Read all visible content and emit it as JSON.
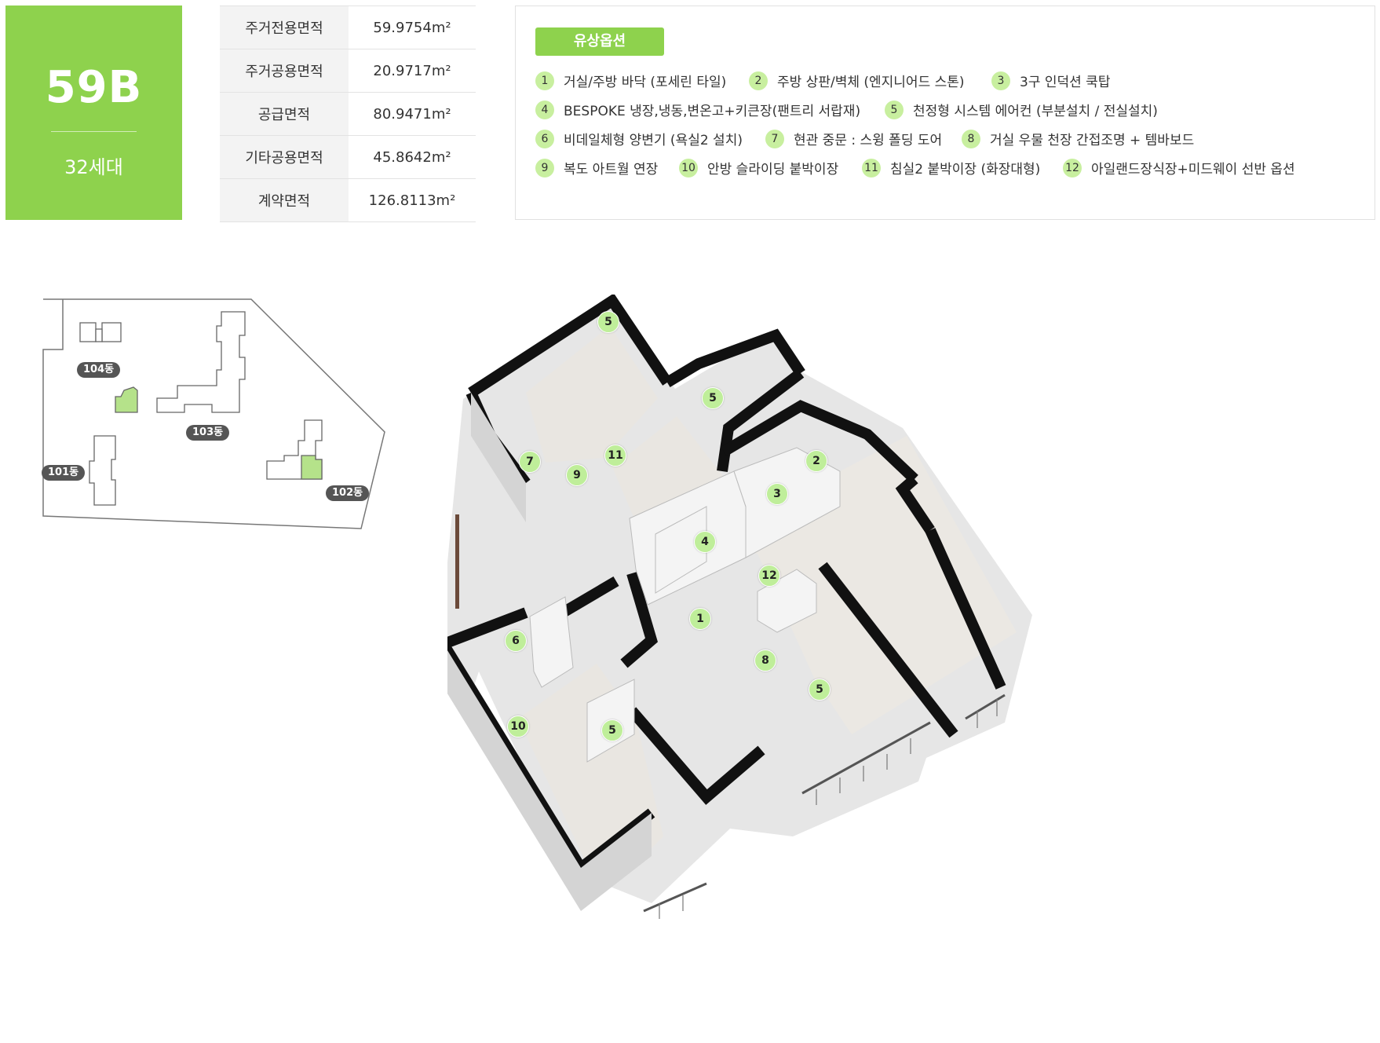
{
  "unit": {
    "type_name": "59B",
    "households": "32세대",
    "badge_color": "#8ed24d"
  },
  "areas": [
    {
      "label": "주거전용면적",
      "value": "59.9754m²"
    },
    {
      "label": "주거공용면적",
      "value": "20.9717m²"
    },
    {
      "label": "공급면적",
      "value": "80.9471m²"
    },
    {
      "label": "기타공용면적",
      "value": "45.8642m²"
    },
    {
      "label": "계약면적",
      "value": "126.8113m²"
    }
  ],
  "options": {
    "title": "유상옵션",
    "items": [
      {
        "num": "1",
        "text": "거실/주방 바닥 (포세린 타일)"
      },
      {
        "num": "2",
        "text": "주방 상판/벽체 (엔지니어드 스톤)"
      },
      {
        "num": "3",
        "text": "3구 인덕션 쿡탑"
      },
      {
        "num": "4",
        "text": "BESPOKE 냉장,냉동,변온고+키큰장(팬트리 서랍재)"
      },
      {
        "num": "5",
        "text": "천정형 시스템 에어컨 (부분설치 / 전실설치)"
      },
      {
        "num": "6",
        "text": "비데일체형 양변기 (욕실2 설치)"
      },
      {
        "num": "7",
        "text": "현관 중문 : 스윙 폴딩 도어"
      },
      {
        "num": "8",
        "text": "거실 우물 천장 간접조명 + 템바보드"
      },
      {
        "num": "9",
        "text": "복도 아트월 연장"
      },
      {
        "num": "10",
        "text": "안방 슬라이딩 붙박이장"
      },
      {
        "num": "11",
        "text": "침실2 붙박이장 (화장대형)"
      },
      {
        "num": "12",
        "text": "아일랜드장식장+미드웨이 선반 옵션"
      }
    ]
  },
  "site_plan": {
    "buildings": [
      "104동",
      "103동",
      "101동",
      "102동"
    ],
    "highlight_color": "#b5e28a"
  },
  "floor_plan": {
    "markers": [
      "5",
      "5",
      "7",
      "9",
      "11",
      "2",
      "3",
      "4",
      "12",
      "1",
      "6",
      "8",
      "5",
      "10",
      "5"
    ]
  }
}
